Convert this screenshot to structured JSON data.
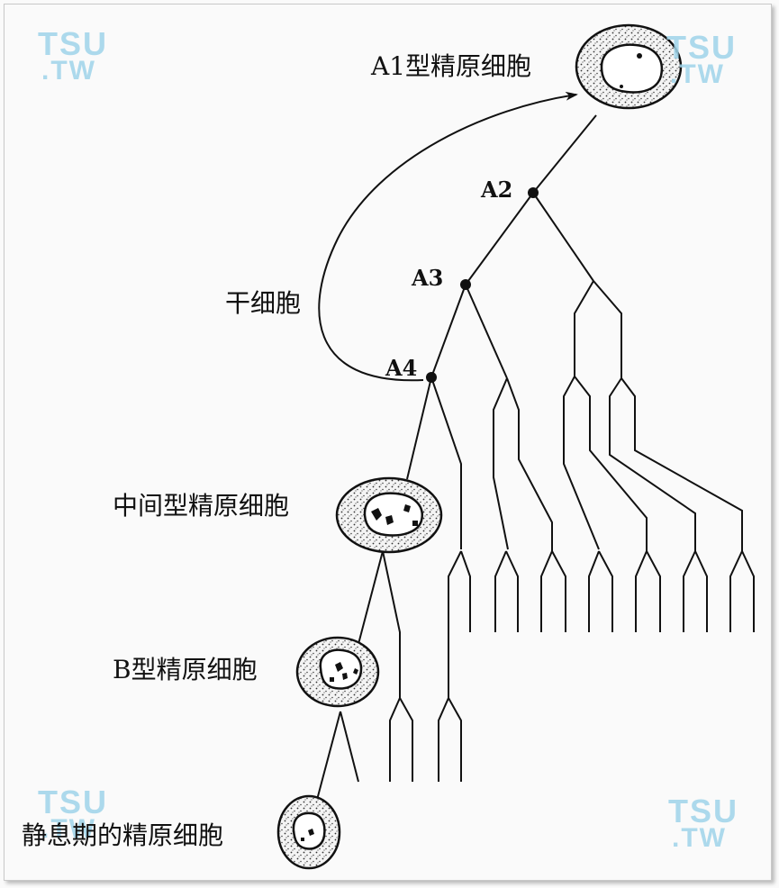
{
  "labels": {
    "a1": "A1型精原细胞",
    "a2": "A2",
    "a3": "A3",
    "a4": "A4",
    "stem": "干细胞",
    "intermediate": "中间型精原细胞",
    "typeB": "B型精原细胞",
    "resting": "静息期的精原细胞"
  },
  "watermark": {
    "line1": "TSU",
    "line2": ".TW"
  },
  "colors": {
    "line": "#111111",
    "watermark": "#9fd4ea",
    "cellFill": "#f2f2f2"
  }
}
